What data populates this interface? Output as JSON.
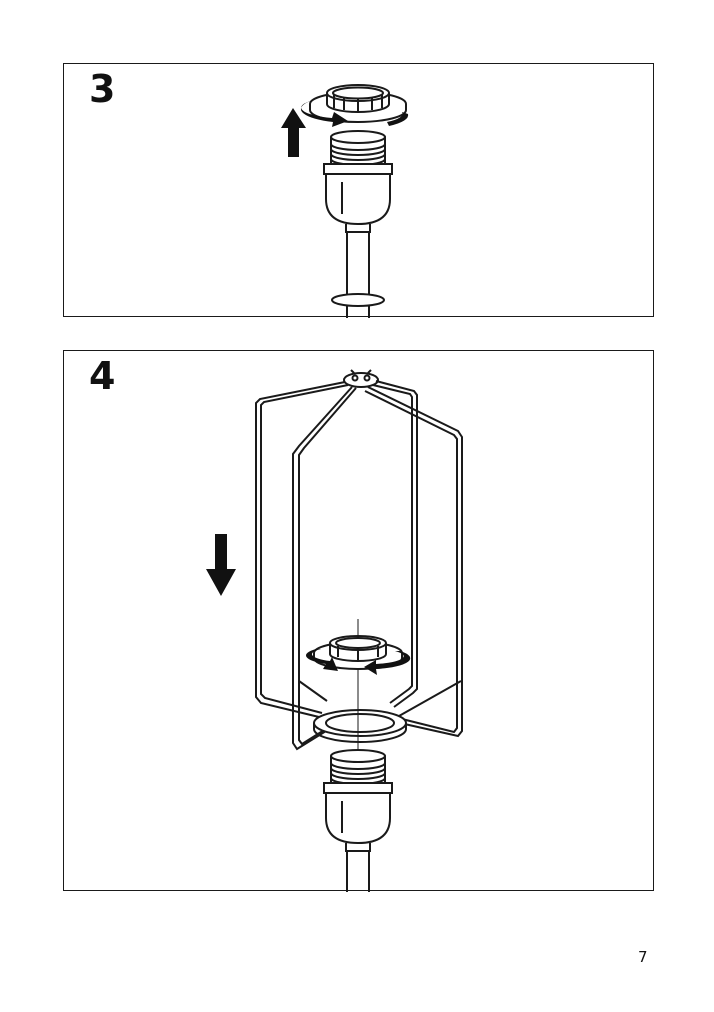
{
  "steps": [
    {
      "number": "3"
    },
    {
      "number": "4"
    }
  ],
  "page": {
    "number": "7"
  },
  "colors": {
    "line": "#1a1a1a",
    "arrow": "#111111",
    "background": "#ffffff"
  },
  "icons": [
    "arrow-up-icon",
    "arrow-down-icon",
    "rotate-arrow-icon",
    "lamp-socket-illustration",
    "shade-frame-illustration"
  ]
}
